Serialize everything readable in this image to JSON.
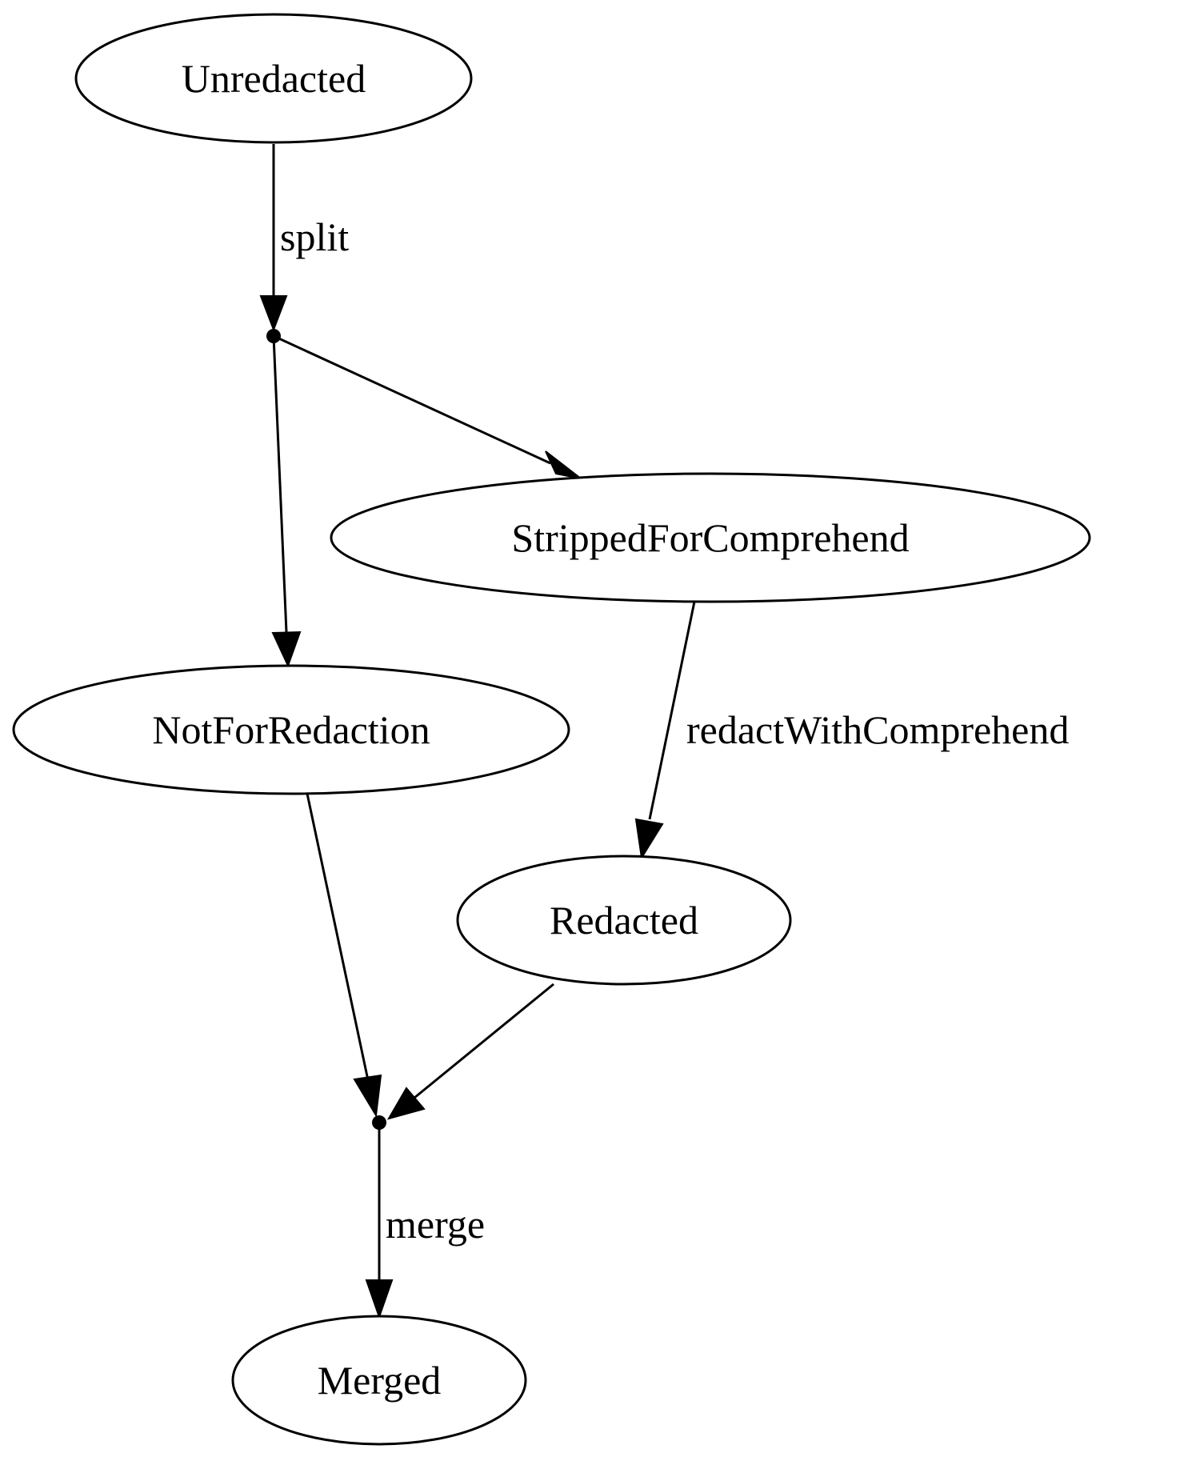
{
  "diagram": {
    "type": "state-machine",
    "nodes": {
      "unredacted": {
        "label": "Unredacted"
      },
      "stripped_for_comprehend": {
        "label": "StrippedForComprehend"
      },
      "not_for_redaction": {
        "label": "NotForRedaction"
      },
      "redacted": {
        "label": "Redacted"
      },
      "merged": {
        "label": "Merged"
      }
    },
    "edges": {
      "split": {
        "label": "split",
        "from": "Unredacted",
        "to": [
          "NotForRedaction",
          "StrippedForComprehend"
        ]
      },
      "redact_with_comprehend": {
        "label": "redactWithComprehend",
        "from": "StrippedForComprehend",
        "to": "Redacted"
      },
      "merge": {
        "label": "merge",
        "from": [
          "NotForRedaction",
          "Redacted"
        ],
        "to": "Merged"
      }
    }
  }
}
